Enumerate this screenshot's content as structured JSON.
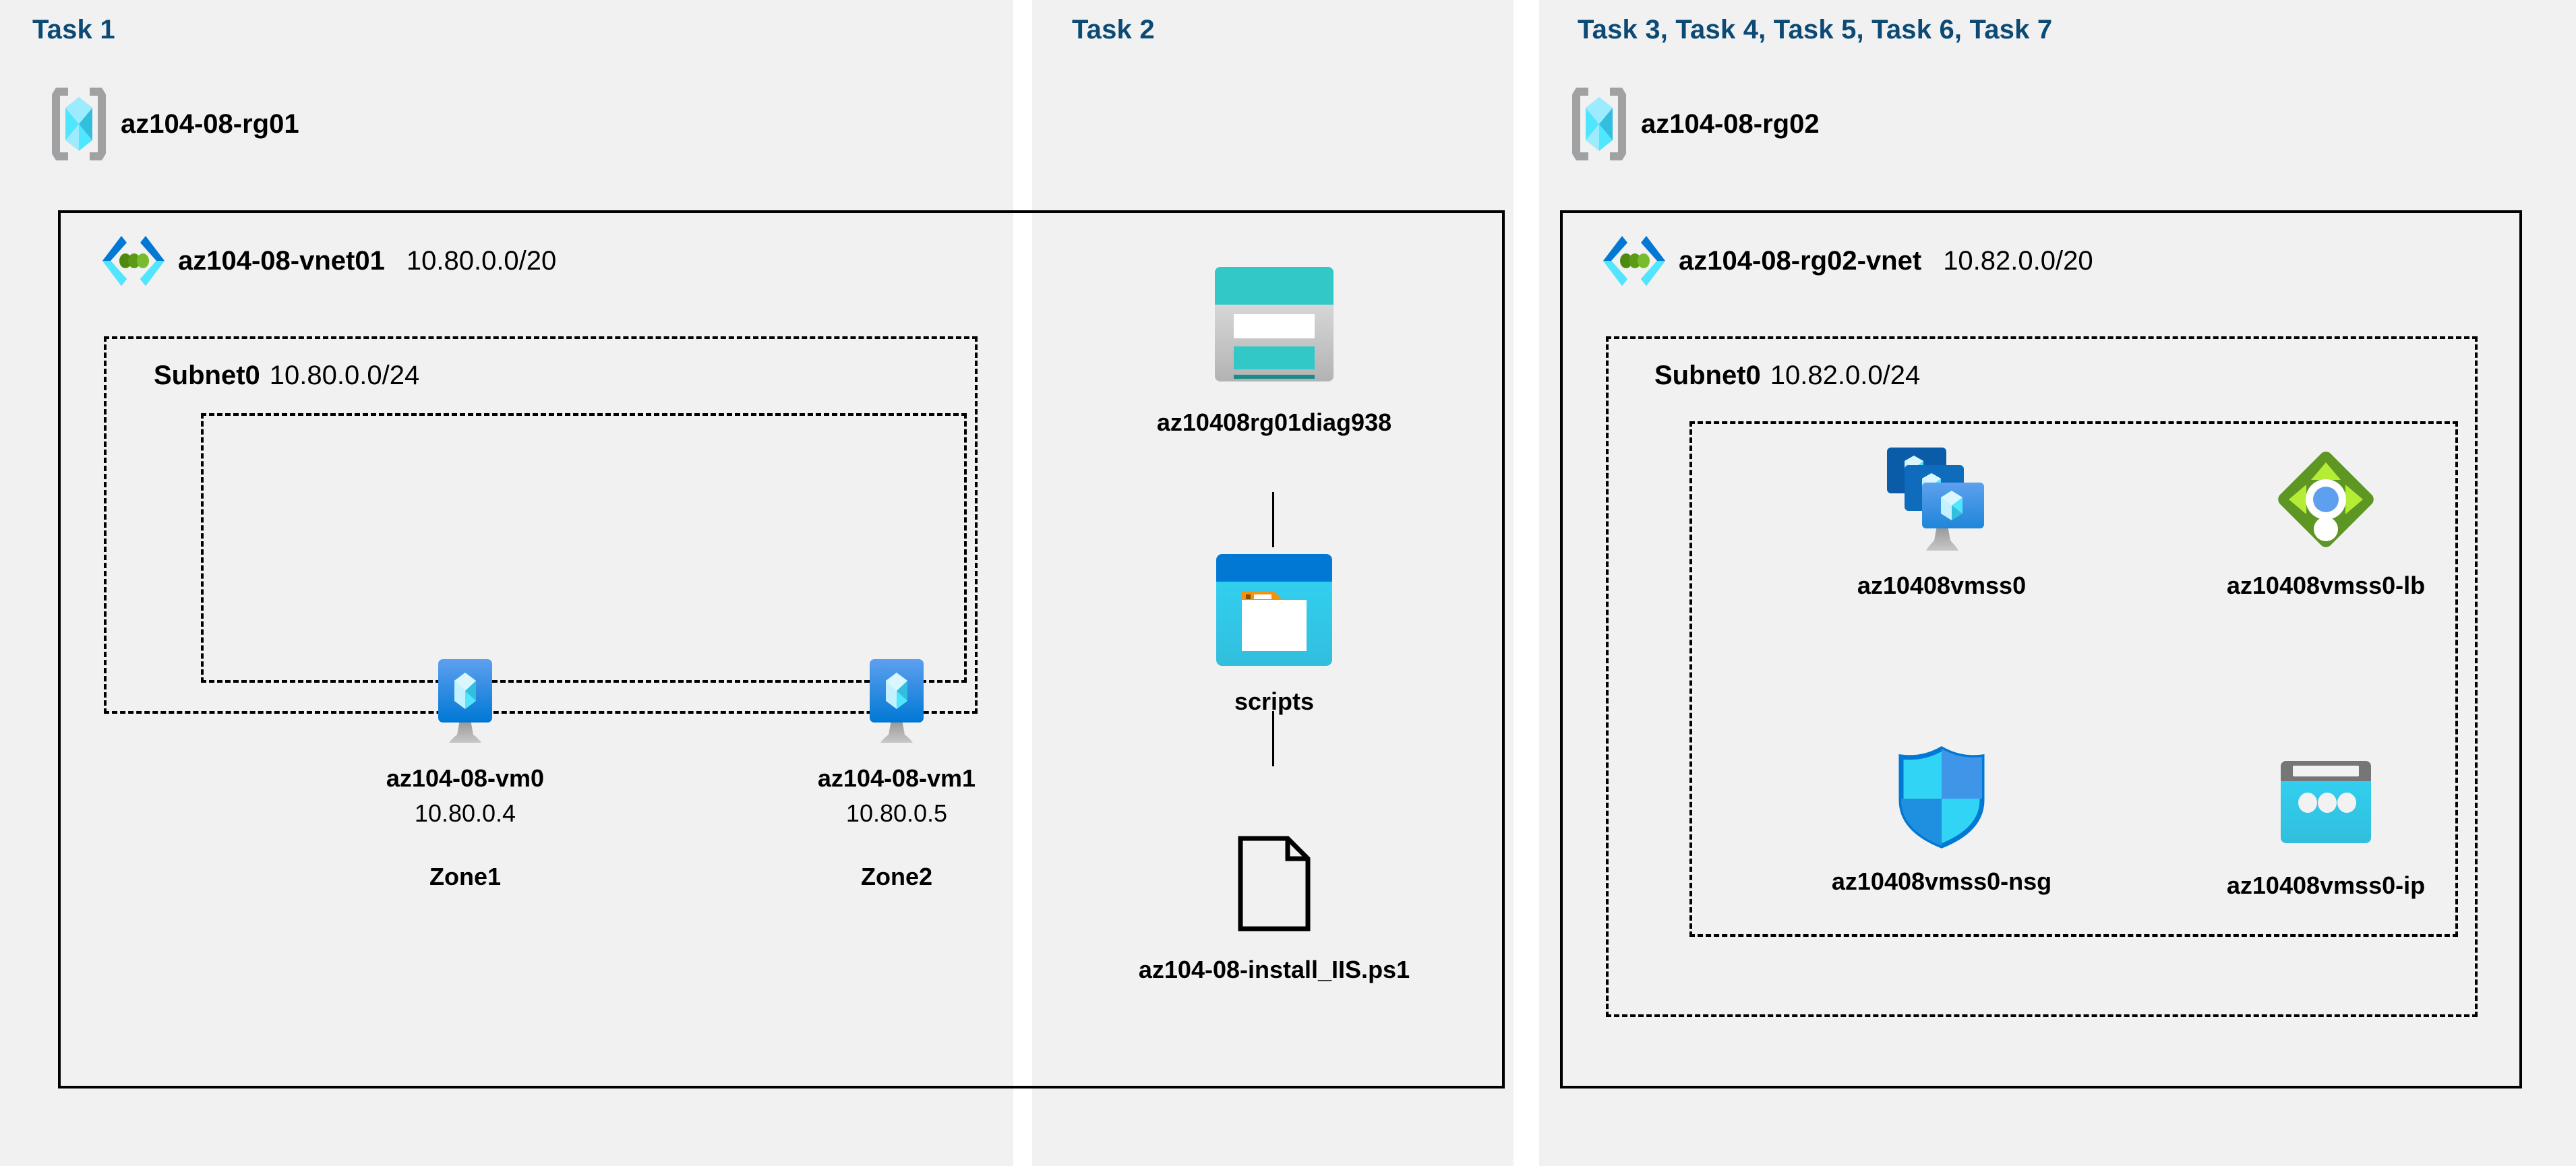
{
  "panels": [
    {
      "id": "task1",
      "header": "Task 1"
    },
    {
      "id": "task2",
      "header": "Task 2"
    },
    {
      "id": "task3",
      "header": "Task 3, Task 4, Task 5, Task 6, Task 7"
    }
  ],
  "resource_groups": [
    {
      "name": "az104-08-rg01",
      "icon": "resource-group-icon"
    },
    {
      "name": "az104-08-rg02",
      "icon": "resource-group-icon"
    }
  ],
  "vnets": [
    {
      "name": "az104-08-vnet01",
      "cidr": "10.80.0.0/20",
      "icon": "virtual-network-icon"
    },
    {
      "name": "az104-08-rg02-vnet",
      "cidr": "10.82.0.0/20",
      "icon": "virtual-network-icon"
    }
  ],
  "subnets": [
    {
      "name": "Subnet0",
      "cidr": "10.80.0.0/24"
    },
    {
      "name": "Subnet0",
      "cidr": "10.82.0.0/24"
    }
  ],
  "task1": {
    "vms": [
      {
        "name": "az104-08-vm0",
        "ip": "10.80.0.4",
        "zone": "Zone1",
        "icon": "virtual-machine-icon"
      },
      {
        "name": "az104-08-vm1",
        "ip": "10.80.0.5",
        "zone": "Zone2",
        "icon": "virtual-machine-icon"
      }
    ]
  },
  "task2": {
    "storage_account": {
      "name": "az10408rg01diag938",
      "icon": "storage-account-icon"
    },
    "container": {
      "name": "scripts",
      "icon": "blob-container-icon"
    },
    "file": {
      "name": "az104-08-install_IIS.ps1",
      "icon": "file-icon"
    }
  },
  "task3": {
    "resources": [
      {
        "name": "az10408vmss0",
        "icon": "vm-scale-set-icon"
      },
      {
        "name": "az10408vmss0-lb",
        "icon": "load-balancer-icon"
      },
      {
        "name": "az10408vmss0-nsg",
        "icon": "network-security-group-icon"
      },
      {
        "name": "az10408vmss0-ip",
        "icon": "public-ip-address-icon"
      }
    ]
  },
  "colors": {
    "panel_background": "#f1f1f1",
    "task_header": "#0c4a75",
    "border": "#000000",
    "azure_blue": "#0078d4",
    "azure_cyan": "#32bedd",
    "azure_teal": "#32c8c8",
    "azure_green": "#6bb92d",
    "icon_grey": "#a0a1a2"
  }
}
